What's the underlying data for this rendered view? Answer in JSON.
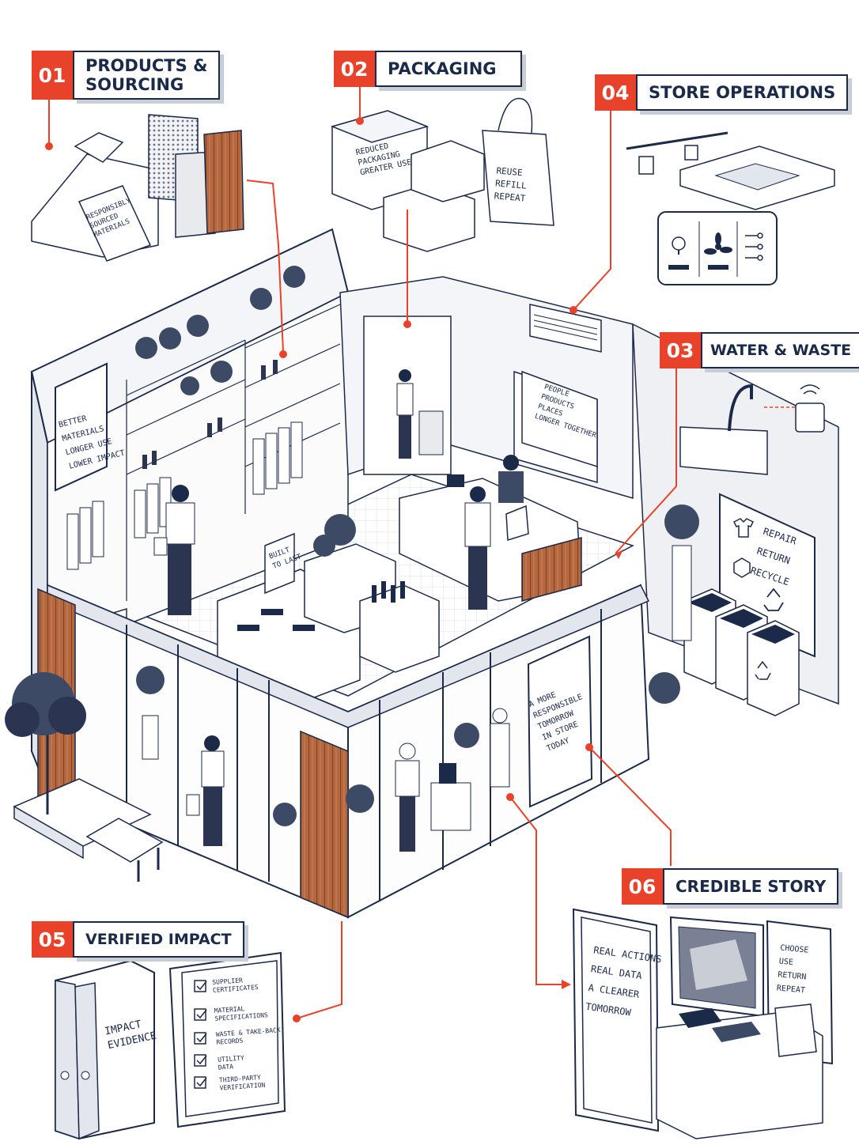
{
  "callouts": {
    "c01": {
      "num": "01",
      "label": "PRODUCTS &\nSOURCING"
    },
    "c02": {
      "num": "02",
      "label": "PACKAGING"
    },
    "c03": {
      "num": "03",
      "label": "WATER & WASTE"
    },
    "c04": {
      "num": "04",
      "label": "STORE OPERATIONS"
    },
    "c05": {
      "num": "05",
      "label": "VERIFIED IMPACT"
    },
    "c06": {
      "num": "06",
      "label": "CREDIBLE STORY"
    }
  },
  "products": {
    "tag": "RESPONSIBLY\nSOURCED\nMATERIALS"
  },
  "packaging": {
    "box_text": "REDUCED\nPACKAGING\nGREATER USE",
    "bag_text": "REUSE\nREFILL\nREPEAT"
  },
  "store": {
    "left_sign": "BETTER\nMATERIALS\nLONGER USE\nLOWER IMPACT",
    "center_sign": "PEOPLE\nPRODUCTS\nPLACES\nLONGER TOGETHER",
    "table_sign": "BUILT\nTO LAST",
    "window_sign": "A MORE\nRESPONSIBLE\nTOMORROW\nIN STORE\nTODAY",
    "waste_sign": "REPAIR\nRETURN\nRECYCLE"
  },
  "impact": {
    "binder": "IMPACT\nEVIDENCE",
    "checklist": [
      "SUPPLIER\nCERTIFICATES",
      "MATERIAL\nSPECIFICATIONS",
      "WASTE & TAKE-BACK\nRECORDS",
      "UTILITY DATA",
      "THIRD-PARTY\nVERIFICATION"
    ]
  },
  "story": {
    "left_sign": "REAL ACTIONS\nREAL DATA\nA CLEARER\nTOMORROW",
    "right_sign": "CHOOSE\nUSE\nRETURN\nREPEAT"
  },
  "colors": {
    "accent": "#e8432a",
    "ink": "#1c2a4a",
    "wood": "#b5683f",
    "shadow": "#c9cdd6"
  }
}
